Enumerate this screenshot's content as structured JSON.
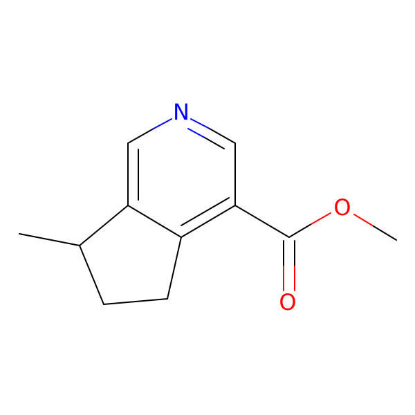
{
  "molecule": {
    "atoms": {
      "nitrogen": "N",
      "ester_oxygen": "O",
      "carbonyl_oxygen": "O"
    },
    "colors": {
      "carbon_bond": "#000000",
      "nitrogen": "#0000FF",
      "oxygen": "#FF0000",
      "background": "#FFFFFF"
    }
  }
}
